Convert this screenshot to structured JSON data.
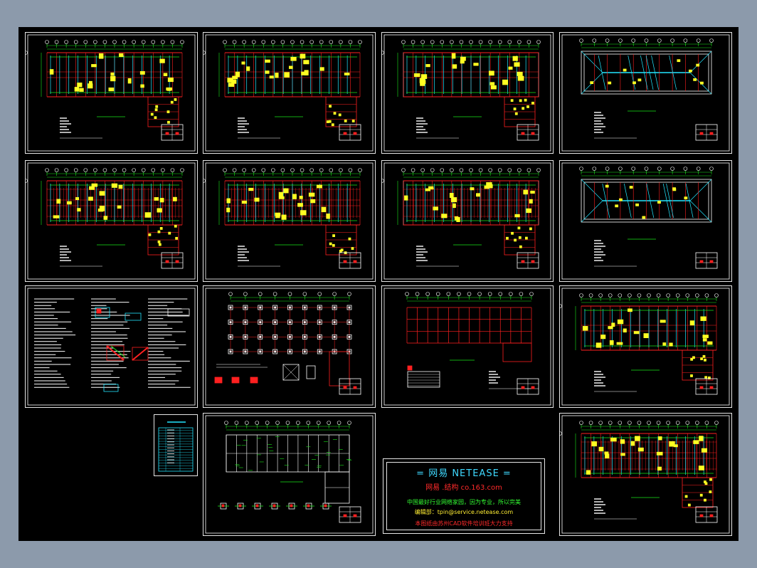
{
  "window": {
    "background": "#8c9aab",
    "canvas_color": "#000000"
  },
  "colors": {
    "frame": "#e6e6e6",
    "green": "#19e619",
    "red": "#ff2020",
    "cyan": "#22e6ff",
    "yellow": "#ffff22",
    "white": "#ffffff",
    "blue": "#2a6bff"
  },
  "netease": {
    "title": "= 网易 NETEASE =",
    "subtitle": "网易 .结构 co.163.com",
    "description": "中国最好行业网络家园，因为专业，所以完美",
    "contact": "编辑部：tpin@service.netease.com",
    "support": "本图纸由苏州CAD软件培训班大力支持"
  },
  "sheets": [
    {
      "id": "sheet-1",
      "kind": "plan-l"
    },
    {
      "id": "sheet-2",
      "kind": "plan-l"
    },
    {
      "id": "sheet-3",
      "kind": "plan-l-box"
    },
    {
      "id": "sheet-4",
      "kind": "roof"
    },
    {
      "id": "sheet-5",
      "kind": "plan-dense"
    },
    {
      "id": "sheet-6",
      "kind": "plan-dense"
    },
    {
      "id": "sheet-7",
      "kind": "plan-dense-box"
    },
    {
      "id": "sheet-8",
      "kind": "roof"
    },
    {
      "id": "sheet-9",
      "kind": "notes"
    },
    {
      "id": "sheet-10",
      "kind": "foundation"
    },
    {
      "id": "sheet-11",
      "kind": "grid"
    },
    {
      "id": "sheet-12",
      "kind": "plan-l"
    },
    {
      "id": "sheet-13",
      "kind": "index"
    },
    {
      "id": "sheet-14",
      "kind": "beams"
    },
    {
      "id": "sheet-15",
      "kind": "plan-dense"
    }
  ]
}
